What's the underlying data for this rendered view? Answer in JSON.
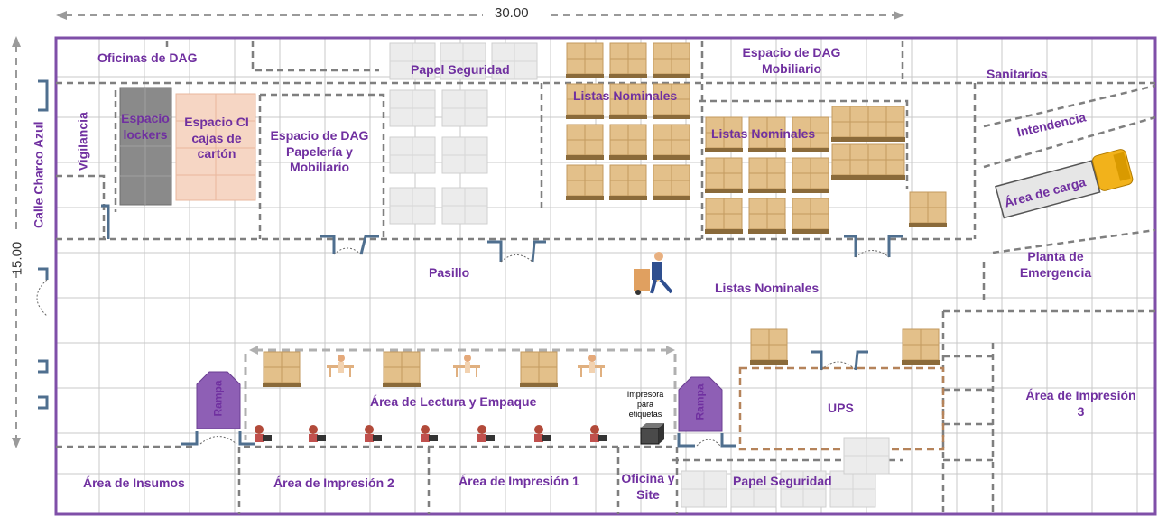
{
  "dimensions": {
    "width": "30.00",
    "height": "15.00"
  },
  "areas": {
    "oficinas_dag": "Oficinas de DAG",
    "vigilancia": "Vigilancia",
    "calle": "Calle Charco Azul",
    "espacio_lockers": "Espacio lockers",
    "espacio_ci": "Espacio CI cajas de cartón",
    "papeleria": "Espacio de DAG Papelería y Mobiliario",
    "papel_seguridad_top": "Papel Seguridad",
    "listas_nominales_1": "Listas Nominales",
    "listas_nominales_2": "Listas Nominales",
    "listas_nominales_3": "Listas Nominales",
    "mobiliario": "Espacio de DAG Mobiliario",
    "sanitarios": "Sanitarios",
    "intendencia": "Intendencia",
    "area_carga": "Área de carga",
    "planta": "Planta de Emergencia",
    "pasillo": "Pasillo",
    "rampa_1": "Rampa",
    "rampa_2": "Rampa",
    "lectura": "Área de Lectura y Empaque",
    "impresora": "Impresora para etiquetas",
    "ups": "UPS",
    "impresion_3": "Área de Impresión 3",
    "insumos": "Área de Insumos",
    "impresion_2": "Área de Impresión 2",
    "impresion_1": "Área de Impresión 1",
    "oficina_site": "Oficina y Site",
    "papel_seguridad_bottom": "Papel Seguridad"
  },
  "colors": {
    "wall": "#7f4fa8",
    "label": "#7030a0",
    "grid": "#c8c8c8",
    "dashed": "#7f7f7f",
    "pallet_box": "#e3c08a",
    "paper_box": "#e8e8e8",
    "ramp": "#8e5fb5",
    "ups_border": "#b5835a"
  }
}
